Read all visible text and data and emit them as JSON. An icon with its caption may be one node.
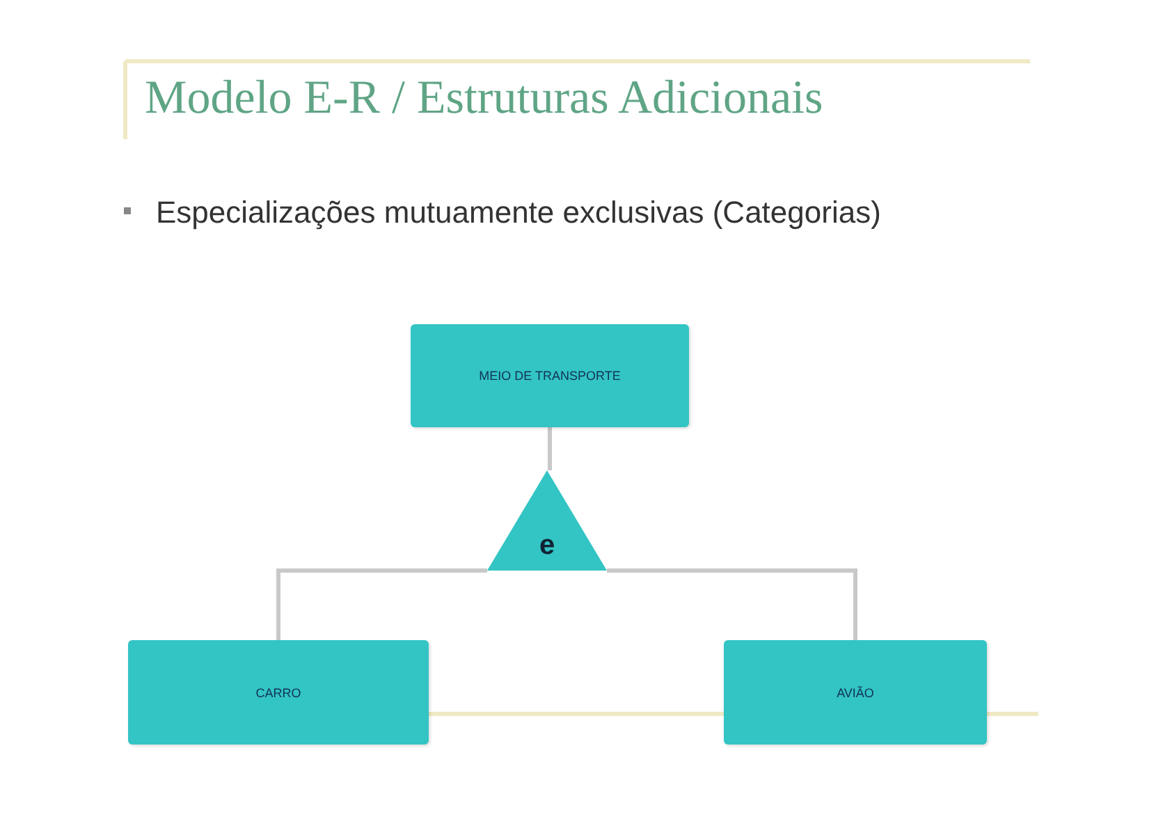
{
  "diagram": {
    "title": "Modelo E-R / Estruturas Adicionais",
    "nodes": [
      {
        "text": [
          "MEIO DE TRANSPORTE"
        ]
      },
      {
        "text": [
          "e"
        ]
      },
      {
        "text": [
          "CARRO"
        ]
      },
      {
        "text": [
          "AVIÃO"
        ]
      }
    ],
    "edges": [
      {
        "from": 0,
        "to": 1,
        "arrow": "none"
      },
      {
        "from": 1,
        "to": 2,
        "arrow": "none"
      },
      {
        "from": 1,
        "to": 3,
        "arrow": "none"
      }
    ],
    "labels": [
      "Especializações mutuamente exclusivas (Categorias)"
    ]
  }
}
